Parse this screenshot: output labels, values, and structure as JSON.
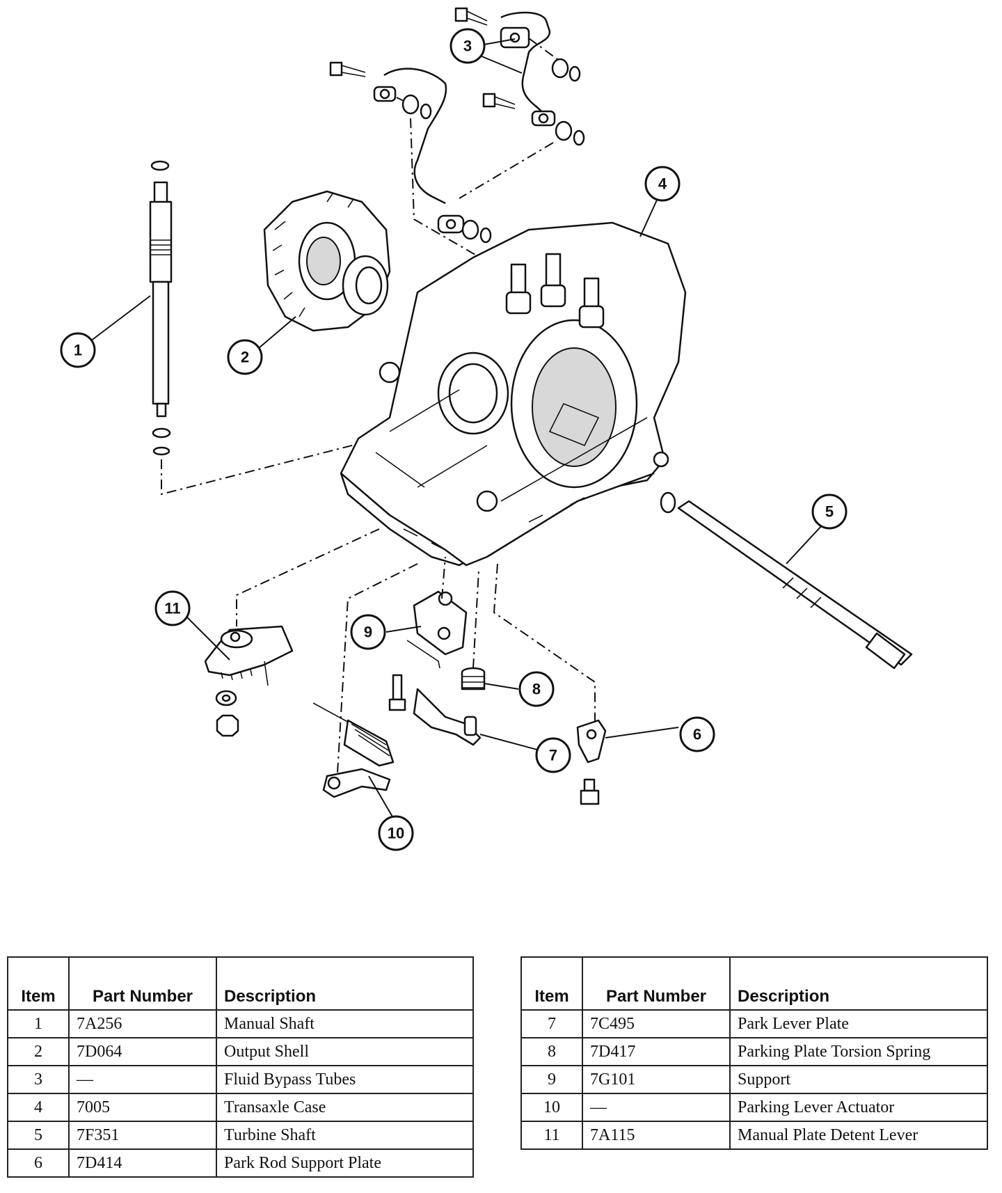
{
  "callouts": [
    "1",
    "2",
    "3",
    "4",
    "5",
    "6",
    "7",
    "8",
    "9",
    "10",
    "11"
  ],
  "table_headers": {
    "item": "Item",
    "part_number": "Part Number",
    "description": "Description"
  },
  "table_left": [
    {
      "item": "1",
      "part_number": "7A256",
      "description": "Manual Shaft"
    },
    {
      "item": "2",
      "part_number": "7D064",
      "description": "Output Shell"
    },
    {
      "item": "3",
      "part_number": "—",
      "description": "Fluid Bypass Tubes"
    },
    {
      "item": "4",
      "part_number": "7005",
      "description": "Transaxle Case"
    },
    {
      "item": "5",
      "part_number": "7F351",
      "description": "Turbine Shaft"
    },
    {
      "item": "6",
      "part_number": "7D414",
      "description": "Park Rod Support Plate"
    }
  ],
  "table_right": [
    {
      "item": "7",
      "part_number": "7C495",
      "description": "Park Lever Plate"
    },
    {
      "item": "8",
      "part_number": "7D417",
      "description": "Parking Plate Torsion Spring"
    },
    {
      "item": "9",
      "part_number": "7G101",
      "description": "Support"
    },
    {
      "item": "10",
      "part_number": "—",
      "description": "Parking Lever Actuator"
    },
    {
      "item": "11",
      "part_number": "7A115",
      "description": "Manual Plate Detent Lever"
    }
  ]
}
